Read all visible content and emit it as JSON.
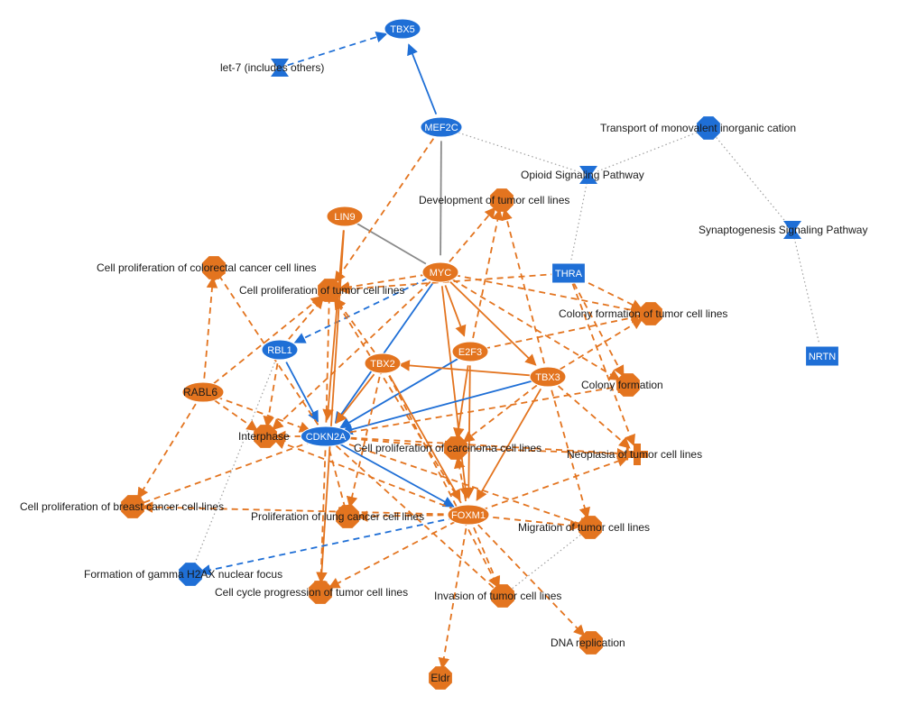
{
  "colors": {
    "orange": "#e3741f",
    "blue": "#1f6fd6",
    "gray": "#8a8a8a",
    "dotted": "#a0a0a0"
  },
  "nodes": [
    {
      "id": "tbx5",
      "label": "TBX5",
      "shape": "ellipse",
      "color": "blue"
    },
    {
      "id": "let7",
      "label": "let-7 (includes others)",
      "shape": "hourglass",
      "color": "blue"
    },
    {
      "id": "mef2c",
      "label": "MEF2C",
      "shape": "ellipse",
      "color": "blue"
    },
    {
      "id": "transport",
      "label": "Transport of monovalent inorganic cation",
      "shape": "octagon",
      "color": "blue"
    },
    {
      "id": "opioid",
      "label": "Opioid Signaling Pathway",
      "shape": "hourglass",
      "color": "blue"
    },
    {
      "id": "devtumor",
      "label": "Development of tumor cell lines",
      "shape": "octagon",
      "color": "orange"
    },
    {
      "id": "lin9",
      "label": "LIN9",
      "shape": "ellipse",
      "color": "orange"
    },
    {
      "id": "synapto",
      "label": "Synaptogenesis Signaling Pathway",
      "shape": "hourglass",
      "color": "blue"
    },
    {
      "id": "cpcolo",
      "label": "Cell proliferation of colorectal cancer cell lines",
      "shape": "octagon",
      "color": "orange"
    },
    {
      "id": "myc",
      "label": "MYC",
      "shape": "ellipse",
      "color": "orange"
    },
    {
      "id": "thra",
      "label": "THRA",
      "shape": "rect",
      "color": "blue"
    },
    {
      "id": "cptumor",
      "label": "Cell proliferation of tumor cell lines",
      "shape": "octagon",
      "color": "orange"
    },
    {
      "id": "colonyform",
      "label": "Colony formation of tumor cell lines",
      "shape": "octagon",
      "color": "orange"
    },
    {
      "id": "rbl1",
      "label": "RBL1",
      "shape": "ellipse",
      "color": "blue"
    },
    {
      "id": "e2f3",
      "label": "E2F3",
      "shape": "ellipse",
      "color": "orange"
    },
    {
      "id": "nrtn",
      "label": "NRTN",
      "shape": "rect",
      "color": "blue"
    },
    {
      "id": "tbx2",
      "label": "TBX2",
      "shape": "ellipse",
      "color": "orange"
    },
    {
      "id": "tbx3",
      "label": "TBX3",
      "shape": "ellipse",
      "color": "orange"
    },
    {
      "id": "colony",
      "label": "Colony formation",
      "shape": "octagon",
      "color": "orange"
    },
    {
      "id": "rabl6",
      "label": "RABL6",
      "shape": "ellipse",
      "color": "orange"
    },
    {
      "id": "interphase",
      "label": "Interphase",
      "shape": "octagon",
      "color": "orange"
    },
    {
      "id": "cdkn2a",
      "label": "CDKN2A",
      "shape": "ellipse",
      "color": "blue"
    },
    {
      "id": "cpcarc",
      "label": "Cell proliferation of carcinoma cell lines",
      "shape": "octagon",
      "color": "orange"
    },
    {
      "id": "neoplasia",
      "label": "Neoplasia of tumor cell lines",
      "shape": "cross",
      "color": "orange"
    },
    {
      "id": "cpbreast",
      "label": "Cell proliferation of breast cancer cell-lines",
      "shape": "octagon",
      "color": "orange"
    },
    {
      "id": "prolung",
      "label": "Proliferation of lung cancer cell lines",
      "shape": "octagon",
      "color": "orange"
    },
    {
      "id": "foxm1",
      "label": "FOXM1",
      "shape": "ellipse",
      "color": "orange"
    },
    {
      "id": "migration",
      "label": "Migration of tumor cell lines",
      "shape": "octagon",
      "color": "orange"
    },
    {
      "id": "gammah2ax",
      "label": "Formation of gamma H2AX nuclear focus",
      "shape": "octagon",
      "color": "blue"
    },
    {
      "id": "cellcycle",
      "label": "Cell cycle progression of tumor cell lines",
      "shape": "octagon",
      "color": "orange"
    },
    {
      "id": "invasion",
      "label": "Invasion of tumor cell lines",
      "shape": "octagon",
      "color": "orange"
    },
    {
      "id": "dnarep",
      "label": "DNA replication",
      "shape": "octagon",
      "color": "orange"
    },
    {
      "id": "eldr",
      "label": "Eldr",
      "shape": "octagon",
      "color": "orange"
    }
  ],
  "edges": [
    {
      "from": "let7",
      "to": "tbx5",
      "style": "dashed",
      "color": "blue",
      "end": "arrow"
    },
    {
      "from": "mef2c",
      "to": "tbx5",
      "style": "solid",
      "color": "blue",
      "end": "arrow"
    },
    {
      "from": "mef2c",
      "to": "myc",
      "style": "solid",
      "color": "gray",
      "end": "none"
    },
    {
      "from": "mef2c",
      "to": "opioid",
      "style": "dotted",
      "color": "dotted",
      "end": "none"
    },
    {
      "from": "transport",
      "to": "opioid",
      "style": "dotted",
      "color": "dotted",
      "end": "none"
    },
    {
      "from": "transport",
      "to": "synapto",
      "style": "dotted",
      "color": "dotted",
      "end": "none"
    },
    {
      "from": "synapto",
      "to": "nrtn",
      "style": "dotted",
      "color": "dotted",
      "end": "none"
    },
    {
      "from": "opioid",
      "to": "thra",
      "style": "dotted",
      "color": "dotted",
      "end": "none"
    },
    {
      "from": "lin9",
      "to": "myc",
      "style": "solid",
      "color": "gray",
      "end": "none"
    },
    {
      "from": "myc",
      "to": "cptumor",
      "style": "dashed",
      "color": "orange",
      "end": "arrow"
    },
    {
      "from": "myc",
      "to": "devtumor",
      "style": "dashed",
      "color": "orange",
      "end": "arrow"
    },
    {
      "from": "myc",
      "to": "e2f3",
      "style": "solid",
      "color": "orange",
      "end": "arrow"
    },
    {
      "from": "myc",
      "to": "tbx3",
      "style": "solid",
      "color": "orange",
      "end": "arrow"
    },
    {
      "from": "myc",
      "to": "rbl1",
      "style": "dashed",
      "color": "blue",
      "end": "arrow"
    },
    {
      "from": "myc",
      "to": "cdkn2a",
      "style": "solid",
      "color": "blue",
      "end": "arrow"
    },
    {
      "from": "myc",
      "to": "foxm1",
      "style": "solid",
      "color": "orange",
      "end": "arrow"
    },
    {
      "from": "myc",
      "to": "interphase",
      "style": "dashed",
      "color": "orange",
      "end": "arrow"
    },
    {
      "from": "myc",
      "to": "colonyform",
      "style": "dashed",
      "color": "orange",
      "end": "arrow"
    },
    {
      "from": "myc",
      "to": "colony",
      "style": "dashed",
      "color": "orange",
      "end": "arrow"
    },
    {
      "from": "mef2c",
      "to": "cptumor",
      "style": "dashed",
      "color": "orange",
      "end": "arrow"
    },
    {
      "from": "thra",
      "to": "cptumor",
      "style": "dashed",
      "color": "orange",
      "end": "arrow"
    },
    {
      "from": "thra",
      "to": "colonyform",
      "style": "dashed",
      "color": "orange",
      "end": "arrow"
    },
    {
      "from": "thra",
      "to": "colony",
      "style": "dashed",
      "color": "orange",
      "end": "arrow"
    },
    {
      "from": "thra",
      "to": "neoplasia",
      "style": "dashed",
      "color": "orange",
      "end": "arrow"
    },
    {
      "from": "e2f3",
      "to": "devtumor",
      "style": "dashed",
      "color": "orange",
      "end": "arrow"
    },
    {
      "from": "e2f3",
      "to": "foxm1",
      "style": "solid",
      "color": "orange",
      "end": "arrow"
    },
    {
      "from": "e2f3",
      "to": "cpcarc",
      "style": "solid",
      "color": "orange",
      "end": "arrow"
    },
    {
      "from": "e2f3",
      "to": "cdkn2a",
      "style": "solid",
      "color": "blue",
      "end": "arrow"
    },
    {
      "from": "e2f3",
      "to": "colonyform",
      "style": "dashed",
      "color": "orange",
      "end": "arrow"
    },
    {
      "from": "tbx3",
      "to": "devtumor",
      "style": "dashed",
      "color": "orange",
      "end": "arrow"
    },
    {
      "from": "tbx3",
      "to": "tbx2",
      "style": "solid",
      "color": "orange",
      "end": "arrow"
    },
    {
      "from": "tbx3",
      "to": "cdkn2a",
      "style": "solid",
      "color": "blue",
      "end": "arrow"
    },
    {
      "from": "tbx3",
      "to": "foxm1",
      "style": "solid",
      "color": "orange",
      "end": "arrow"
    },
    {
      "from": "tbx3",
      "to": "migration",
      "style": "dashed",
      "color": "orange",
      "end": "arrow"
    },
    {
      "from": "tbx3",
      "to": "neoplasia",
      "style": "dashed",
      "color": "orange",
      "end": "arrow"
    },
    {
      "from": "tbx3",
      "to": "cpcarc",
      "style": "dashed",
      "color": "orange",
      "end": "arrow"
    },
    {
      "from": "tbx2",
      "to": "cptumor",
      "style": "dashed",
      "color": "orange",
      "end": "arrow"
    },
    {
      "from": "tbx2",
      "to": "cdkn2a",
      "style": "solid",
      "color": "orange",
      "end": "arrow"
    },
    {
      "from": "tbx2",
      "to": "foxm1",
      "style": "solid",
      "color": "orange",
      "end": "arrow"
    },
    {
      "from": "tbx2",
      "to": "prolung",
      "style": "dashed",
      "color": "orange",
      "end": "arrow"
    },
    {
      "from": "tbx2",
      "to": "invasion",
      "style": "dashed",
      "color": "orange",
      "end": "arrow"
    },
    {
      "from": "lin9",
      "to": "cellcycle",
      "style": "solid",
      "color": "orange",
      "end": "arrow"
    },
    {
      "from": "lin9",
      "to": "cdkn2a",
      "style": "solid",
      "color": "orange",
      "end": "arrow"
    },
    {
      "from": "rbl1",
      "to": "cdkn2a",
      "style": "solid",
      "color": "blue",
      "end": "arrow"
    },
    {
      "from": "rbl1",
      "to": "interphase",
      "style": "dashed",
      "color": "orange",
      "end": "arrow"
    },
    {
      "from": "rbl1",
      "to": "cptumor",
      "style": "dashed",
      "color": "orange",
      "end": "arrow"
    },
    {
      "from": "rbl1",
      "to": "gammah2ax",
      "style": "dotted",
      "color": "dotted",
      "end": "none"
    },
    {
      "from": "rabl6",
      "to": "cpcolo",
      "style": "dashed",
      "color": "orange",
      "end": "arrow"
    },
    {
      "from": "rabl6",
      "to": "cptumor",
      "style": "dashed",
      "color": "orange",
      "end": "arrow"
    },
    {
      "from": "rabl6",
      "to": "interphase",
      "style": "dashed",
      "color": "orange",
      "end": "arrow"
    },
    {
      "from": "rabl6",
      "to": "cpbreast",
      "style": "dashed",
      "color": "orange",
      "end": "arrow"
    },
    {
      "from": "rabl6",
      "to": "cdkn2a",
      "style": "dashed",
      "color": "orange",
      "end": "arrow"
    },
    {
      "from": "cdkn2a",
      "to": "cpcolo",
      "style": "dashed",
      "color": "orange",
      "end": "inhibit"
    },
    {
      "from": "cdkn2a",
      "to": "cptumor",
      "style": "dashed",
      "color": "orange",
      "end": "inhibit"
    },
    {
      "from": "cdkn2a",
      "to": "interphase",
      "style": "dashed",
      "color": "orange",
      "end": "arrow"
    },
    {
      "from": "cdkn2a",
      "to": "cpbreast",
      "style": "dashed",
      "color": "orange",
      "end": "inhibit"
    },
    {
      "from": "cdkn2a",
      "to": "prolung",
      "style": "dashed",
      "color": "orange",
      "end": "inhibit"
    },
    {
      "from": "cdkn2a",
      "to": "cellcycle",
      "style": "dashed",
      "color": "orange",
      "end": "inhibit"
    },
    {
      "from": "cdkn2a",
      "to": "foxm1",
      "style": "solid",
      "color": "blue",
      "end": "arrow"
    },
    {
      "from": "cdkn2a",
      "to": "cpcarc",
      "style": "dashed",
      "color": "orange",
      "end": "inhibit"
    },
    {
      "from": "cdkn2a",
      "to": "neoplasia",
      "style": "dashed",
      "color": "orange",
      "end": "inhibit"
    },
    {
      "from": "cdkn2a",
      "to": "colony",
      "style": "dashed",
      "color": "orange",
      "end": "inhibit"
    },
    {
      "from": "cdkn2a",
      "to": "invasion",
      "style": "dashed",
      "color": "orange",
      "end": "inhibit"
    },
    {
      "from": "cdkn2a",
      "to": "migration",
      "style": "dashed",
      "color": "orange",
      "end": "inhibit"
    },
    {
      "from": "foxm1",
      "to": "cptumor",
      "style": "dashed",
      "color": "orange",
      "end": "arrow"
    },
    {
      "from": "foxm1",
      "to": "cpcarc",
      "style": "dashed",
      "color": "orange",
      "end": "arrow"
    },
    {
      "from": "foxm1",
      "to": "cpbreast",
      "style": "dashed",
      "color": "orange",
      "end": "arrow"
    },
    {
      "from": "foxm1",
      "to": "prolung",
      "style": "dashed",
      "color": "orange",
      "end": "arrow"
    },
    {
      "from": "foxm1",
      "to": "migration",
      "style": "dashed",
      "color": "orange",
      "end": "arrow"
    },
    {
      "from": "foxm1",
      "to": "invasion",
      "style": "dashed",
      "color": "orange",
      "end": "arrow"
    },
    {
      "from": "foxm1",
      "to": "cellcycle",
      "style": "dashed",
      "color": "orange",
      "end": "arrow"
    },
    {
      "from": "foxm1",
      "to": "dnarep",
      "style": "dashed",
      "color": "orange",
      "end": "arrow"
    },
    {
      "from": "foxm1",
      "to": "eldr",
      "style": "dashed",
      "color": "orange",
      "end": "arrow"
    },
    {
      "from": "foxm1",
      "to": "gammah2ax",
      "style": "dashed",
      "color": "blue",
      "end": "arrow"
    },
    {
      "from": "foxm1",
      "to": "interphase",
      "style": "dashed",
      "color": "orange",
      "end": "arrow"
    },
    {
      "from": "foxm1",
      "to": "neoplasia",
      "style": "dashed",
      "color": "orange",
      "end": "arrow"
    },
    {
      "from": "migration",
      "to": "invasion",
      "style": "dotted",
      "color": "dotted",
      "end": "none"
    },
    {
      "from": "cpcarc",
      "to": "neoplasia",
      "style": "dashed",
      "color": "orange",
      "end": "arrow"
    },
    {
      "from": "tbx3",
      "to": "colonyform",
      "style": "dashed",
      "color": "orange",
      "end": "arrow"
    }
  ]
}
